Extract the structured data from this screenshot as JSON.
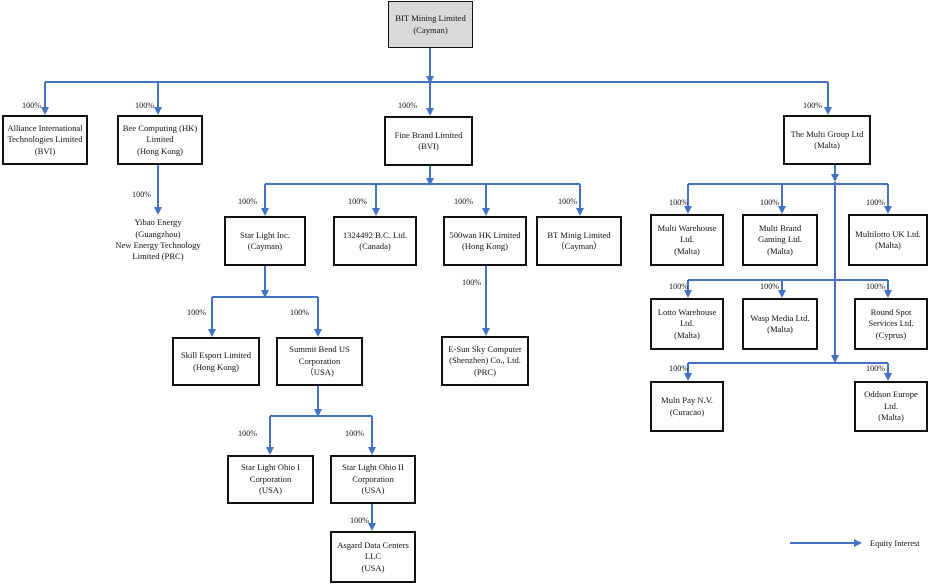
{
  "nodes": {
    "bit_mining": "BIT Mining Limited\n(Cayman)",
    "alliance": "Alliance International\nTechnologies Limited\n(BVI)",
    "bee_computing": "Bee Computing (HK)\nLimited\n(Hong Kong)",
    "fine_brand": "Fine Brand Limited\n(BVI)",
    "multi_group": "The Multi Group Ltd\n(Malta)",
    "yibao": "Yibao Energy\n(Guangzhou)\nNew Energy Technology\nLimited (PRC)",
    "star_light_inc": "Star Light Inc.\n(Cayman)",
    "bc_1324492": "1324492 B.C. Ltd.\n(Canada)",
    "wan500": "500wan HK Limited\n(Hong Kong)",
    "bt_minig": "BT Minig Limited\n（Cayman）",
    "skill_esport": "Skill  Esport Limited\n(Hong Kong)",
    "summit_bend": "Summit Bend US\nCorporation\n（USA)",
    "esun": "E-Sun Sky Computer\n(Shenzhen) Co., Ltd.\n(PRC)",
    "ohio1": "Star Light Ohio I\nCorporation\n(USA)",
    "ohio2": "Star Light Ohio II\nCorporation\n(USA)",
    "asgard": "Asgard Data Centers\nLLC\n(USA)",
    "multi_warehouse": "Multi Warehouse\nLtd.\n(Malta)",
    "multi_brand": "Multi Brand\nGaming Ltd.\n(Malta)",
    "multilotto": "Multilotto UK Ltd.\n(Malta)",
    "lotto_warehouse": "Lotto Warehouse\nLtd.\n(Malta)",
    "wasp_media": "Wasp Media Ltd.\n(Malta)",
    "round_spot": "Round Spot\nServices Ltd.\n(Cyprus)",
    "multi_pay": "Multi Pay N.V.\n(Curacao)",
    "oddson": "Oddson Europe\nLtd.\n(Malta)"
  },
  "edges": {
    "alliance": "100%",
    "bee_computing": "100%",
    "fine_brand": "100%",
    "multi_group": "100%",
    "yibao": "100%",
    "star_light_inc": "100%",
    "bc_1324492": "100%",
    "wan500": "100%",
    "bt_minig": "100%",
    "skill_esport": "100%",
    "summit_bend": "100%",
    "esun": "100%",
    "ohio1": "100%",
    "ohio2": "100%",
    "asgard": "100%",
    "multi_warehouse": "100%",
    "multi_brand": "100%",
    "multilotto": "100%",
    "lotto_warehouse": "100%",
    "wasp_media": "100%",
    "round_spot": "100%",
    "multi_pay": "100%",
    "oddson": "100%"
  },
  "legend": {
    "label": "Equity Interest"
  },
  "colors": {
    "connector": "#4472c4",
    "root_fill": "#d9d9d9",
    "box_border": "#111111"
  }
}
